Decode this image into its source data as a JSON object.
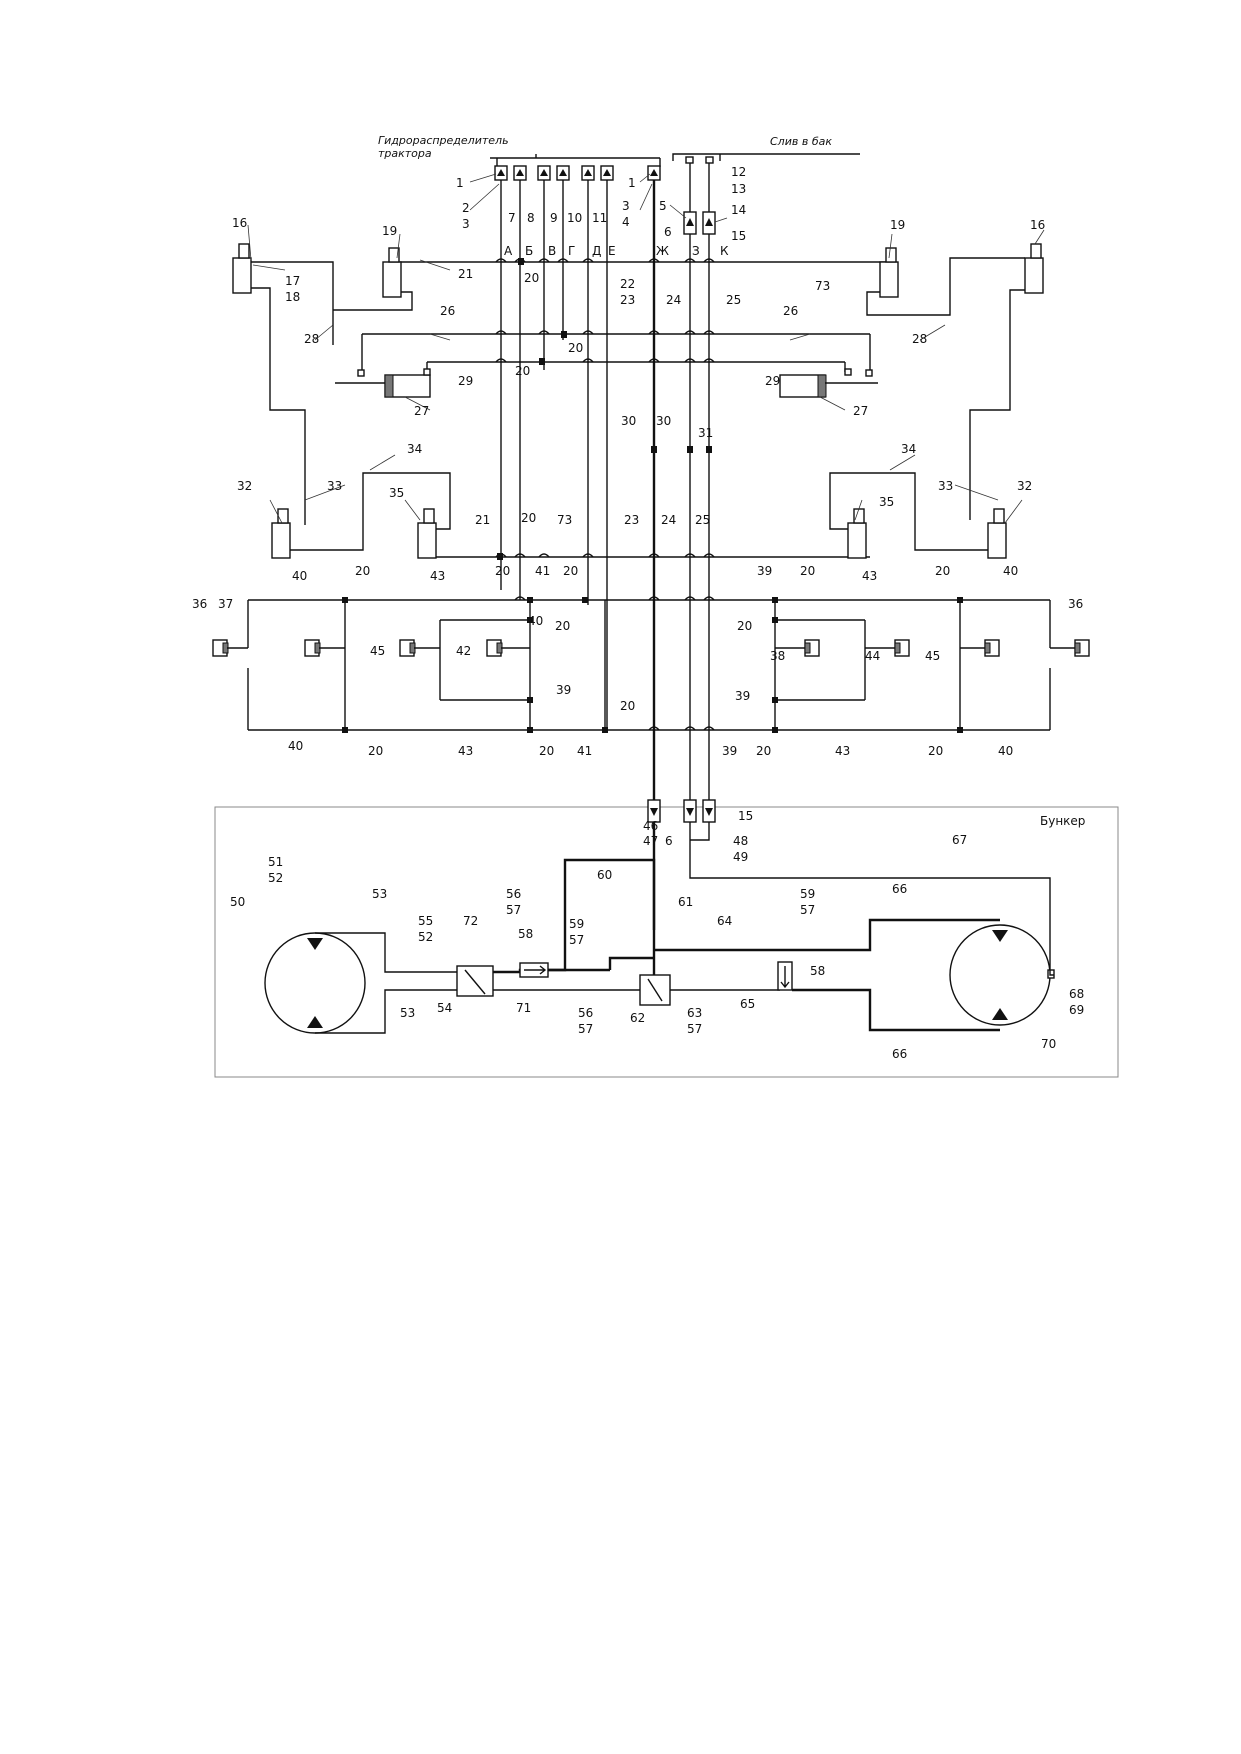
{
  "titles": {
    "distributor": [
      "Гидрораспределитель",
      "трактора"
    ],
    "drain": "Слив в бак",
    "bunker": "Бункер"
  },
  "letters": [
    "А",
    "Б",
    "В",
    "Г",
    "Д",
    "Е",
    "Ж",
    "З",
    "К"
  ],
  "labels": [
    "1",
    "2",
    "3",
    "7",
    "8",
    "9",
    "10",
    "11",
    "1",
    "3",
    "4",
    "5",
    "12",
    "13",
    "14",
    "6",
    "15",
    "16",
    "17",
    "18",
    "19",
    "21",
    "20",
    "22",
    "23",
    "24",
    "25",
    "73",
    "19",
    "16",
    "28",
    "26",
    "20",
    "26",
    "28",
    "20",
    "29",
    "29",
    "27",
    "27",
    "30",
    "30",
    "31",
    "34",
    "34",
    "32",
    "33",
    "35",
    "20",
    "21",
    "73",
    "23",
    "24",
    "25",
    "35",
    "33",
    "32",
    "40",
    "20",
    "43",
    "20",
    "41",
    "20",
    "39",
    "20",
    "43",
    "20",
    "40",
    "36",
    "37",
    "36",
    "45",
    "42",
    "20",
    "40",
    "20",
    "38",
    "44",
    "45",
    "39",
    "39",
    "20",
    "40",
    "20",
    "43",
    "20",
    "41",
    "39",
    "20",
    "43",
    "20",
    "40",
    "46",
    "47",
    "6",
    "15",
    "48",
    "49",
    "51",
    "52",
    "50",
    "53",
    "55",
    "52",
    "72",
    "56",
    "57",
    "58",
    "59",
    "57",
    "60",
    "61",
    "64",
    "67",
    "66",
    "59",
    "57",
    "58",
    "54",
    "53",
    "71",
    "56",
    "57",
    "62",
    "63",
    "57",
    "65",
    "66",
    "68",
    "69",
    "70"
  ]
}
